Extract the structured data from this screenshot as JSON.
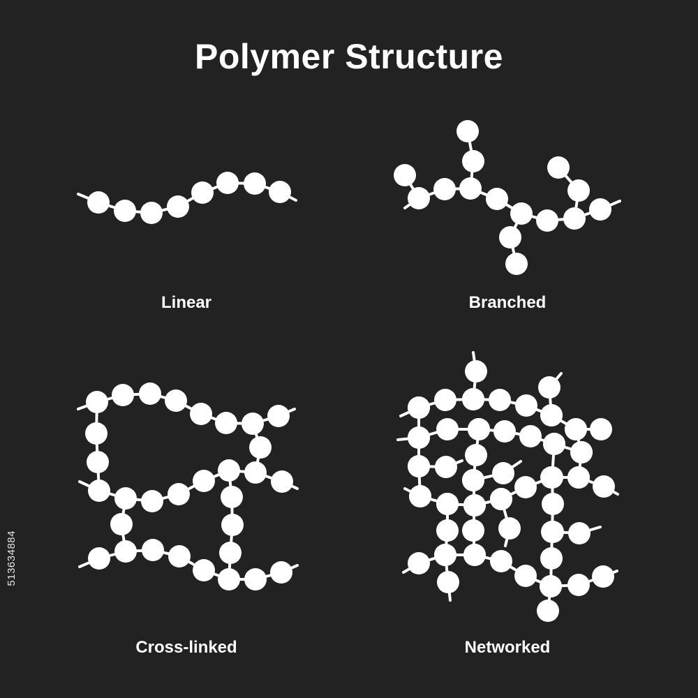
{
  "title": "Polymer Structure",
  "labels": {
    "linear": "Linear",
    "branched": "Branched",
    "cross_linked": "Cross-linked",
    "networked": "Networked"
  },
  "stock_id": "513634884",
  "colors": {
    "background": "#222222",
    "foreground": "#ffffff"
  }
}
